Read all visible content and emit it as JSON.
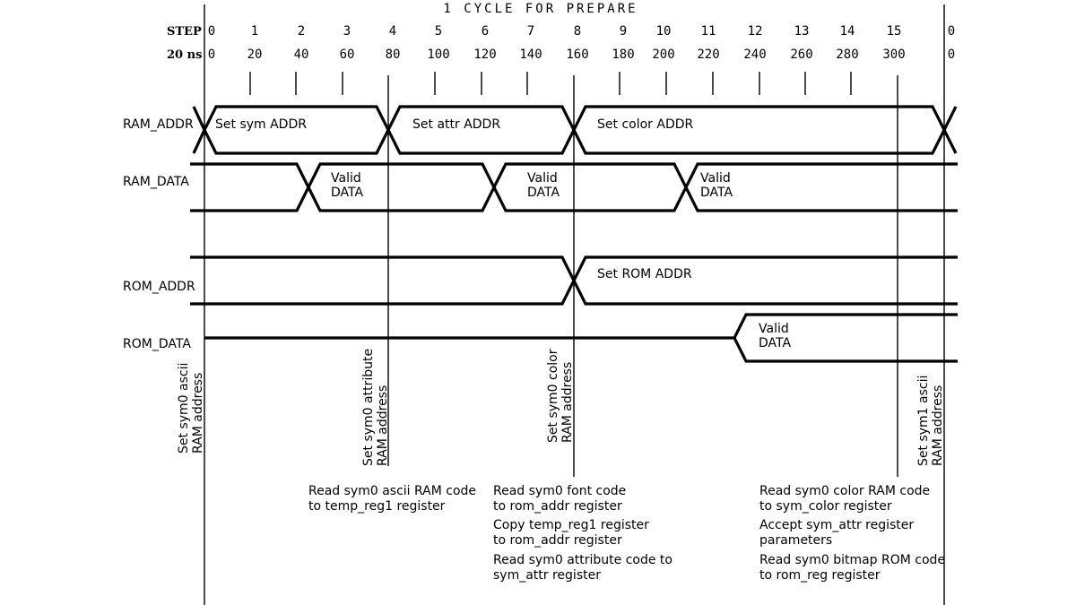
{
  "header": {
    "cycle_title": "1 CYCLE  FOR PREPARE",
    "step_label": "STEP",
    "ns_label": "20 ns"
  },
  "steps": [
    "0",
    "1",
    "2",
    "3",
    "4",
    "5",
    "6",
    "7",
    "8",
    "9",
    "10",
    "11",
    "12",
    "13",
    "14",
    "15",
    "0"
  ],
  "ns_values": [
    "0",
    "20",
    "40",
    "60",
    "80",
    "100",
    "120",
    "140",
    "160",
    "180",
    "200",
    "220",
    "240",
    "260",
    "280",
    "300",
    "0"
  ],
  "signals": {
    "ram_addr": "RAM_ADDR",
    "ram_data": "RAM_DATA",
    "rom_addr": "ROM_ADDR",
    "rom_data": "ROM_DATA"
  },
  "waves": {
    "ram_addr_segments": [
      "Set sym ADDR",
      "Set attr ADDR",
      "Set color ADDR"
    ],
    "valid_top": "Valid",
    "valid_bottom": "DATA",
    "rom_addr_label": "Set ROM ADDR"
  },
  "markers": [
    {
      "line1": "Set sym0 ascii",
      "line2": "RAM address"
    },
    {
      "line1": "Set sym0 attribute",
      "line2": "RAM address"
    },
    {
      "line1": "Set sym0 color",
      "line2": "RAM address"
    },
    {
      "line1": "Set sym1 ascii",
      "line2": "RAM address"
    }
  ],
  "notes": {
    "col1": [
      [
        "Read sym0 ascii RAM code",
        "to temp_reg1 register"
      ]
    ],
    "col2": [
      [
        "Read sym0 font code",
        "to rom_addr register"
      ],
      [
        "Copy temp_reg1 register",
        "to rom_addr register"
      ],
      [
        "Read sym0 attribute code to",
        "sym_attr register"
      ]
    ],
    "col3": [
      [
        "Read sym0 color RAM code",
        "to sym_color register"
      ],
      [
        "Accept sym_attr register",
        "parameters"
      ],
      [
        "Read sym0 bitmap ROM code",
        "to rom_reg register"
      ]
    ]
  }
}
